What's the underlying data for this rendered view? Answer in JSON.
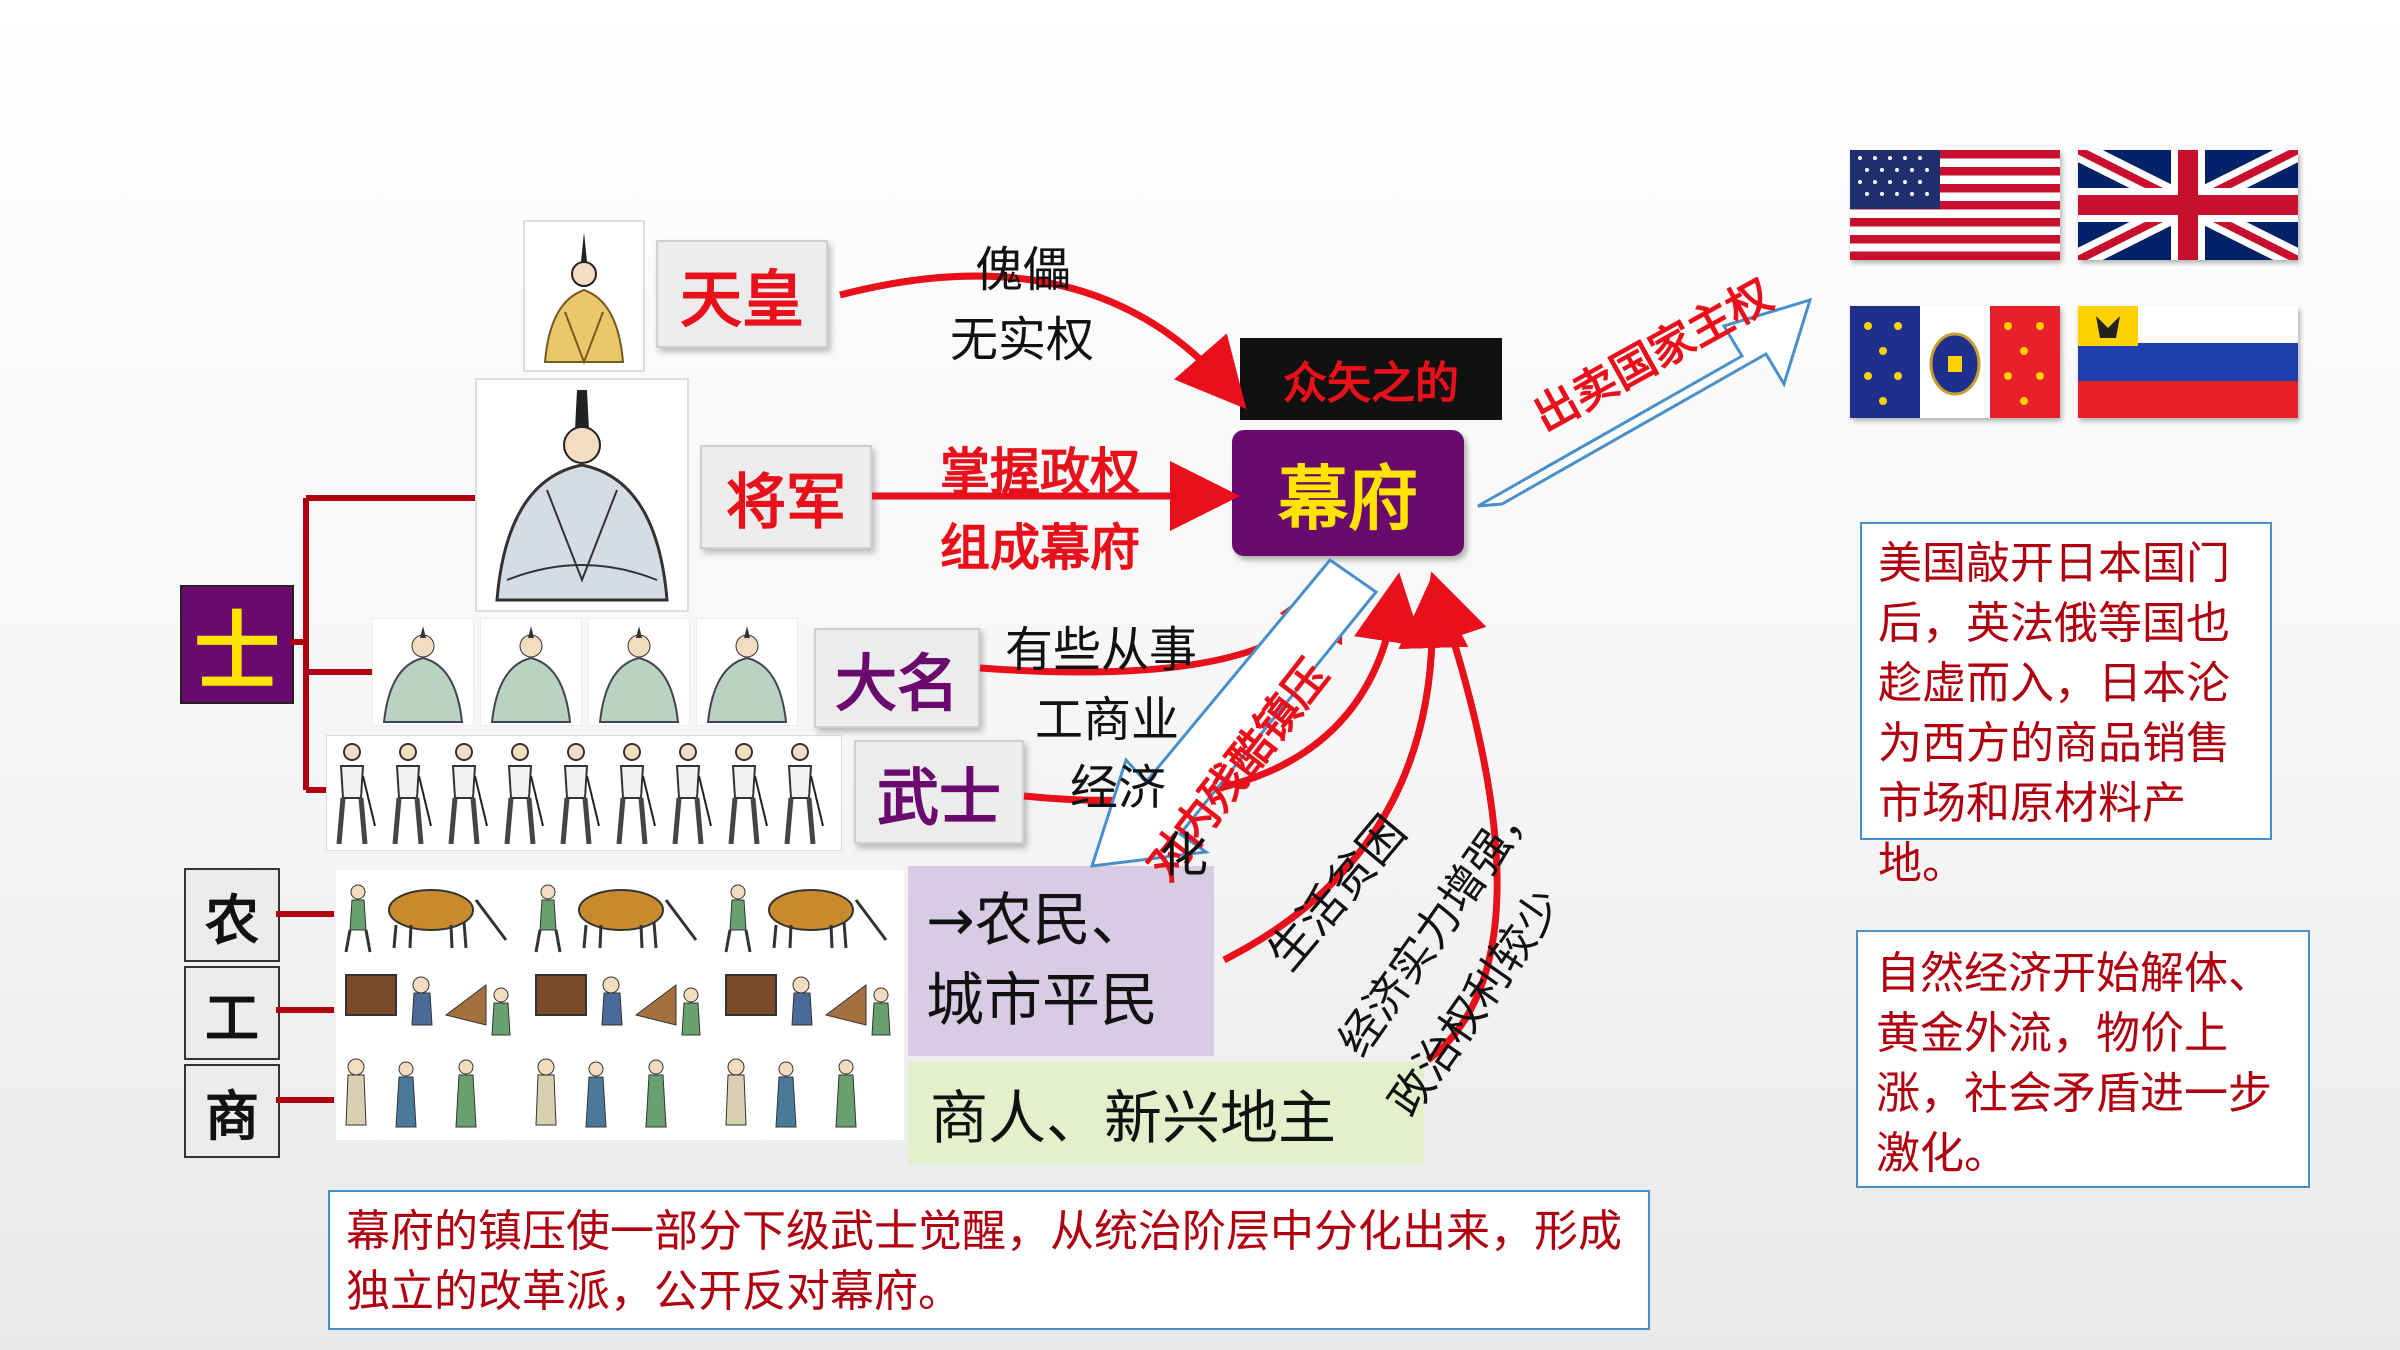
{
  "ranks": {
    "emperor": "天皇",
    "shogun": "将军",
    "daimyo": "大名",
    "samurai": "武士"
  },
  "shi": "士",
  "commoners": {
    "nong": "农",
    "gong": "工",
    "shang": "商"
  },
  "labels": {
    "puppet": "傀儡",
    "no_power": "无实权",
    "hold_power": "掌握政权",
    "form_bakufu": "组成幕府",
    "some_engage": "有些从事",
    "commerce": "工商业",
    "economy": "经济",
    "hua": "化",
    "poverty": "生活贫困",
    "economic_growth": "经济实力增强，",
    "political_less": "政治权利较少",
    "target": "众矢之的",
    "bakufu": "幕府",
    "sell_sovereignty": "出卖国家主权",
    "suppress": "对内残酷镇压",
    "farmers": "→农民、",
    "citizens": "城市平民",
    "merchants": "商人、新兴地主"
  },
  "notes": {
    "western": "美国敲开日本国门后，英法俄等国也趁虚而入，日本沦为西方的商品销售市场和原材料产地。",
    "economy": "自然经济开始解体、黄金外流，物价上涨，社会矛盾进一步激化。",
    "bottom": "幕府的镇压使一部分下级武士觉醒，从统治阶层中分化出来，形成独立的改革派，公开反对幕府。"
  },
  "flags": [
    "us-flag",
    "uk-flag",
    "france-flag",
    "russia-flag"
  ],
  "colors": {
    "red": "#e8101a",
    "purple": "#6a0a6e",
    "yellow": "#ffe400",
    "lavender": "#d8cce4",
    "lightgreen": "#e4f0cc"
  }
}
